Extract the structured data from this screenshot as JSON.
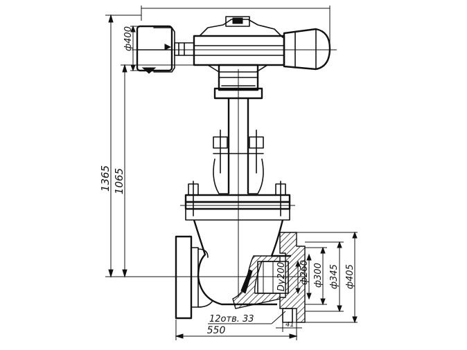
{
  "dimensions": {
    "overall_height": "1365",
    "stem_height": "1065",
    "handwheel_diameter": "ф400",
    "width": "550",
    "bore_dn": "Dу200",
    "bore_d1": "ф260",
    "bolt_circle": "ф300",
    "flange_d2": "ф345",
    "flange_outer": "ф405",
    "bolt_holes": "12отв. 33",
    "flange_thickness": "41"
  }
}
